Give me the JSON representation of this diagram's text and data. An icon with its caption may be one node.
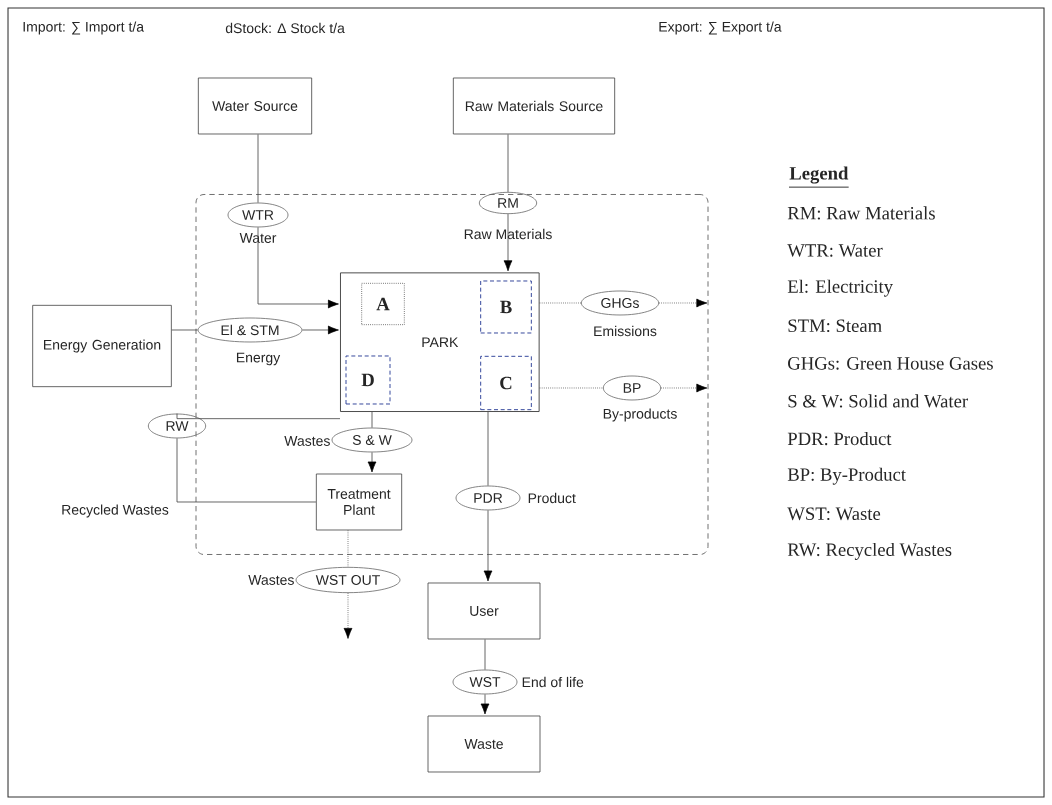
{
  "diagram": {
    "nodes": [
      {
        "text": [
          "Water Source"
        ]
      },
      {
        "text": [
          "Raw Materials Source"
        ]
      },
      {
        "text": [],
        "shape": "box"
      },
      {
        "text": [
          "WTR"
        ],
        "beside": [
          "Water"
        ],
        "in": 2
      },
      {
        "text": [
          "RM"
        ],
        "beside": [
          "Raw Materials"
        ],
        "in": 2
      },
      {
        "text": [
          "Energy Generation"
        ]
      },
      {
        "text": [
          "El & STM"
        ],
        "beside": [
          "Energy"
        ],
        "in": 2
      },
      {
        "text": [
          "PARK"
        ],
        "in": 2
      },
      {
        "text": [
          "A"
        ],
        "in": 7
      },
      {
        "text": [
          "B"
        ],
        "in": 7
      },
      {
        "text": [
          "D"
        ],
        "in": 7
      },
      {
        "text": [
          "C"
        ],
        "in": 7
      },
      {
        "text": [
          "GHGs"
        ],
        "beside": [
          "Emissions"
        ],
        "in": 2
      },
      {
        "text": [
          "BP"
        ],
        "beside": [
          "By-products"
        ],
        "in": 2
      },
      {
        "text": [
          "S & W"
        ],
        "beside": [
          "Wastes"
        ],
        "in": 2
      },
      {
        "text": [
          "RW"
        ]
      },
      {
        "text": [
          "Treatment Plant"
        ],
        "in": 2
      },
      {
        "text": [
          "PDR"
        ],
        "beside": [
          "Product"
        ],
        "in": 2
      },
      {
        "text": [
          "WST OUT"
        ],
        "beside": [
          "Wastes"
        ]
      },
      {
        "text": [
          "User"
        ]
      },
      {
        "text": [
          "WST"
        ],
        "beside": [
          "End of life"
        ]
      },
      {
        "text": [
          "Waste"
        ]
      }
    ],
    "edges": [
      {
        "from": 0,
        "to": 3,
        "arrow": "none"
      },
      {
        "from": 3,
        "to": 7,
        "arrow": "to"
      },
      {
        "from": 1,
        "to": 4,
        "arrow": "none"
      },
      {
        "from": 4,
        "to": 7,
        "arrow": "to"
      },
      {
        "from": 5,
        "to": 6,
        "arrow": "none"
      },
      {
        "from": 6,
        "to": 7,
        "arrow": "to"
      },
      {
        "from": 7,
        "to": 12,
        "arrow": "none",
        "style": "dashed"
      },
      {
        "from": 12,
        "to": null,
        "arrow": "to",
        "style": "dashed"
      },
      {
        "from": 7,
        "to": 13,
        "arrow": "none",
        "style": "dashed"
      },
      {
        "from": 13,
        "to": null,
        "arrow": "to",
        "style": "dashed"
      },
      {
        "from": 7,
        "to": 14,
        "arrow": "none"
      },
      {
        "from": 14,
        "to": 16,
        "arrow": "to"
      },
      {
        "from": 7,
        "to": 15,
        "arrow": "none"
      },
      {
        "from": 15,
        "to": 16,
        "arrow": "none"
      },
      {
        "from": 7,
        "to": 17,
        "arrow": "none"
      },
      {
        "from": 17,
        "to": 19,
        "arrow": "to"
      },
      {
        "from": 16,
        "to": 18,
        "arrow": "none",
        "style": "dashed"
      },
      {
        "from": 18,
        "to": null,
        "arrow": "to",
        "style": "dashed"
      },
      {
        "from": 19,
        "to": 20,
        "arrow": "none"
      },
      {
        "from": 20,
        "to": 21,
        "arrow": "to"
      }
    ],
    "labels": [
      "Import: ∑ Import t/a",
      "dStock: Δ Stock t/a",
      "Export: ∑ Export t/a",
      "Recycled Wastes",
      "Legend",
      "RM: Raw Materials",
      "WTR: Water",
      "El: Electricity",
      "STM: Steam",
      "GHGs: Green House Gases",
      "S & W: Solid and Water",
      "PDR: Product",
      "BP: By-Product",
      "WST: Waste",
      "RW: Recycled Wastes"
    ]
  }
}
